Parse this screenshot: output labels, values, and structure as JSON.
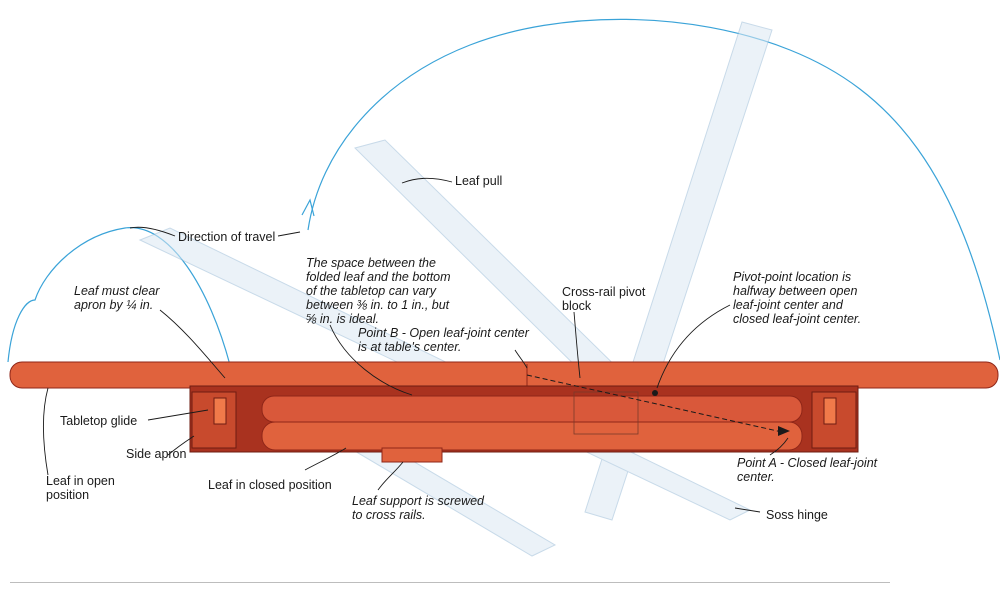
{
  "colors": {
    "arc": "#3aa3d8",
    "wood_light": "#e0623d",
    "wood_mid": "#c84a2d",
    "wood_dark": "#8f2618",
    "ghost_leaf": "#bcd6ea",
    "ink": "#1a1a1a"
  },
  "labels": {
    "leaf_pull": "Leaf pull",
    "direction_of_travel": "Direction of travel",
    "leaf_must_clear": "Leaf must clear\napron by ¼ in.",
    "space_note": "The space between the\nfolded leaf and the bottom\nof the tabletop can vary\nbetween ⅜ in. to 1 in., but\n⅝ in. is ideal.",
    "cross_rail_pivot": "Cross-rail pivot\nblock",
    "pivot_location": "Pivot-point location is\nhalfway between open\nleaf-joint center and\nclosed leaf-joint center.",
    "point_b": "Point B - Open leaf-joint center\nis at table's center.",
    "tabletop_glide": "Tabletop glide",
    "side_apron": "Side apron",
    "leaf_open": "Leaf in open\nposition",
    "leaf_closed": "Leaf in closed position",
    "leaf_support": "Leaf support is screwed\nto cross rails.",
    "point_a": "Point A - Closed leaf-joint\ncenter.",
    "soss_hinge": "Soss hinge"
  }
}
